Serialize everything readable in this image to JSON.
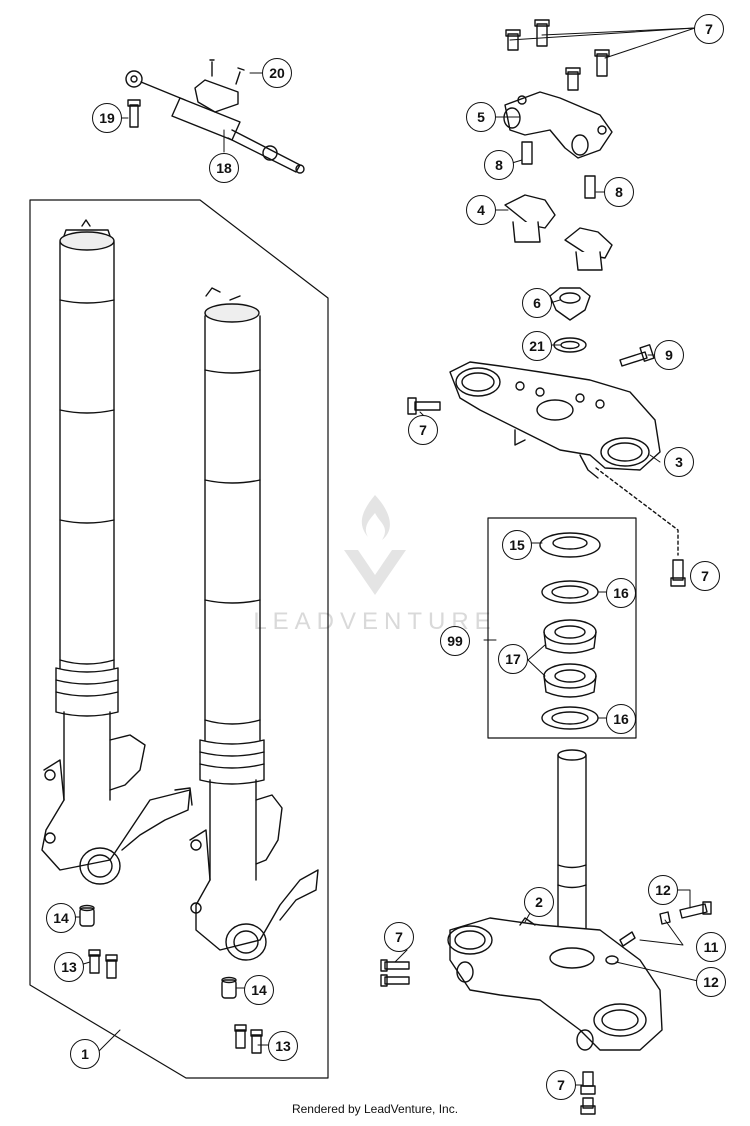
{
  "callouts": [
    {
      "id": "c-7-top",
      "label": "7"
    },
    {
      "id": "c-20",
      "label": "20"
    },
    {
      "id": "c-19",
      "label": "19"
    },
    {
      "id": "c-18",
      "label": "18"
    },
    {
      "id": "c-5",
      "label": "5"
    },
    {
      "id": "c-8-a",
      "label": "8"
    },
    {
      "id": "c-8-b",
      "label": "8"
    },
    {
      "id": "c-4",
      "label": "4"
    },
    {
      "id": "c-6",
      "label": "6"
    },
    {
      "id": "c-21",
      "label": "21"
    },
    {
      "id": "c-9",
      "label": "9"
    },
    {
      "id": "c-7-clamp",
      "label": "7"
    },
    {
      "id": "c-3",
      "label": "3"
    },
    {
      "id": "c-15",
      "label": "15"
    },
    {
      "id": "c-7-side",
      "label": "7"
    },
    {
      "id": "c-16-a",
      "label": "16"
    },
    {
      "id": "c-99",
      "label": "99"
    },
    {
      "id": "c-17",
      "label": "17"
    },
    {
      "id": "c-16-b",
      "label": "16"
    },
    {
      "id": "c-12-a",
      "label": "12"
    },
    {
      "id": "c-2",
      "label": "2"
    },
    {
      "id": "c-7-lower",
      "label": "7"
    },
    {
      "id": "c-11",
      "label": "11"
    },
    {
      "id": "c-12-b",
      "label": "12"
    },
    {
      "id": "c-14-a",
      "label": "14"
    },
    {
      "id": "c-13-a",
      "label": "13"
    },
    {
      "id": "c-14-b",
      "label": "14"
    },
    {
      "id": "c-13-b",
      "label": "13"
    },
    {
      "id": "c-1",
      "label": "1"
    },
    {
      "id": "c-7-bottom",
      "label": "7"
    }
  ],
  "watermark": {
    "brand": "LEADVENTURE"
  },
  "footer": {
    "text": "Rendered by LeadVenture, Inc."
  }
}
